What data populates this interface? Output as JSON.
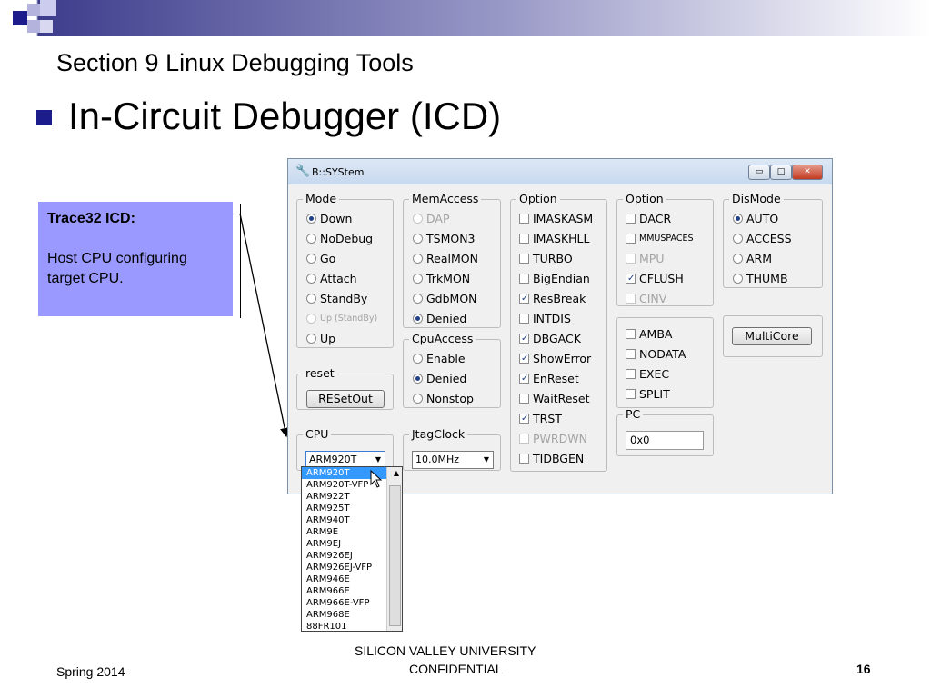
{
  "slide": {
    "title": "Section 9  Linux Debugging Tools",
    "heading": "In-Circuit Debugger (ICD)",
    "note_title": "Trace32 ICD:",
    "note_body": "Host CPU configuring target CPU.",
    "footer_left": "Spring 2014",
    "footer_center_1": "SILICON VALLEY UNIVERSITY",
    "footer_center_2": "CONFIDENTIAL",
    "page_number": "16"
  },
  "window": {
    "title": "B::SYStem",
    "controls": {
      "minimize": "▭",
      "maximize": "□",
      "close": "✕"
    },
    "mode": {
      "legend": "Mode",
      "options": [
        {
          "label": "Down",
          "checked": true,
          "disabled": false
        },
        {
          "label": "NoDebug",
          "checked": false,
          "disabled": false
        },
        {
          "label": "Go",
          "checked": false,
          "disabled": false
        },
        {
          "label": "Attach",
          "checked": false,
          "disabled": false
        },
        {
          "label": "StandBy",
          "checked": false,
          "disabled": false
        },
        {
          "label": "Up (StandBy)",
          "checked": false,
          "disabled": true
        },
        {
          "label": "Up",
          "checked": false,
          "disabled": false
        }
      ]
    },
    "reset": {
      "legend": "reset",
      "button": "RESetOut"
    },
    "cpu": {
      "legend": "CPU",
      "selected": "ARM920T",
      "options": [
        "ARM920T",
        "ARM920T-VFP",
        "ARM922T",
        "ARM925T",
        "ARM940T",
        "ARM9E",
        "ARM9EJ",
        "ARM926EJ",
        "ARM926EJ-VFP",
        "ARM946E",
        "ARM966E",
        "ARM966E-VFP",
        "ARM968E",
        "88FR101"
      ]
    },
    "memaccess": {
      "legend": "MemAccess",
      "options": [
        {
          "label": "DAP",
          "checked": false,
          "disabled": true
        },
        {
          "label": "TSMON3",
          "checked": false,
          "disabled": false
        },
        {
          "label": "RealMON",
          "checked": false,
          "disabled": false
        },
        {
          "label": "TrkMON",
          "checked": false,
          "disabled": false
        },
        {
          "label": "GdbMON",
          "checked": false,
          "disabled": false
        },
        {
          "label": "Denied",
          "checked": true,
          "disabled": false
        }
      ]
    },
    "cpuaccess": {
      "legend": "CpuAccess",
      "options": [
        {
          "label": "Enable",
          "checked": false,
          "disabled": false
        },
        {
          "label": "Denied",
          "checked": true,
          "disabled": false
        },
        {
          "label": "Nonstop",
          "checked": false,
          "disabled": false
        }
      ]
    },
    "jtagclock": {
      "legend": "JtagClock",
      "value": "10.0MHz"
    },
    "option1": {
      "legend": "Option",
      "options": [
        {
          "label": "IMASKASM",
          "checked": false,
          "disabled": false
        },
        {
          "label": "IMASKHLL",
          "checked": false,
          "disabled": false
        },
        {
          "label": "TURBO",
          "checked": false,
          "disabled": false
        },
        {
          "label": "BigEndian",
          "checked": false,
          "disabled": false
        },
        {
          "label": "ResBreak",
          "checked": true,
          "disabled": false
        },
        {
          "label": "INTDIS",
          "checked": false,
          "disabled": false
        },
        {
          "label": "DBGACK",
          "checked": true,
          "disabled": false
        },
        {
          "label": "ShowError",
          "checked": true,
          "disabled": false
        },
        {
          "label": "EnReset",
          "checked": true,
          "disabled": false
        },
        {
          "label": "WaitReset",
          "checked": false,
          "disabled": false
        },
        {
          "label": "TRST",
          "checked": true,
          "disabled": false
        },
        {
          "label": "PWRDWN",
          "checked": false,
          "disabled": true
        },
        {
          "label": "TIDBGEN",
          "checked": false,
          "disabled": false
        }
      ]
    },
    "option2": {
      "legend": "Option",
      "options": [
        {
          "label": "DACR",
          "checked": false,
          "disabled": false
        },
        {
          "label": "MMUSPACES",
          "checked": false,
          "disabled": false
        },
        {
          "label": "MPU",
          "checked": false,
          "disabled": true
        },
        {
          "label": "CFLUSH",
          "checked": true,
          "disabled": false
        },
        {
          "label": "CINV",
          "checked": false,
          "disabled": true
        }
      ]
    },
    "option3": {
      "options": [
        {
          "label": "AMBA",
          "checked": false,
          "disabled": false
        },
        {
          "label": "NODATA",
          "checked": false,
          "disabled": false
        },
        {
          "label": "EXEC",
          "checked": false,
          "disabled": false
        },
        {
          "label": "SPLIT",
          "checked": false,
          "disabled": false
        }
      ]
    },
    "pc": {
      "legend": "PC",
      "value": "0x0"
    },
    "dismode": {
      "legend": "DisMode",
      "options": [
        {
          "label": "AUTO",
          "checked": true,
          "disabled": false
        },
        {
          "label": "ACCESS",
          "checked": false,
          "disabled": false
        },
        {
          "label": "ARM",
          "checked": false,
          "disabled": false
        },
        {
          "label": "THUMB",
          "checked": false,
          "disabled": false
        }
      ]
    },
    "multicore_button": "MultiCore"
  },
  "colors": {
    "bullet": "#1c1c8c",
    "note_bg": "#9999ff",
    "selection": "#3399ff"
  },
  "icons": {
    "window": "wrench-icon",
    "cursor": "mouse-pointer-icon"
  }
}
